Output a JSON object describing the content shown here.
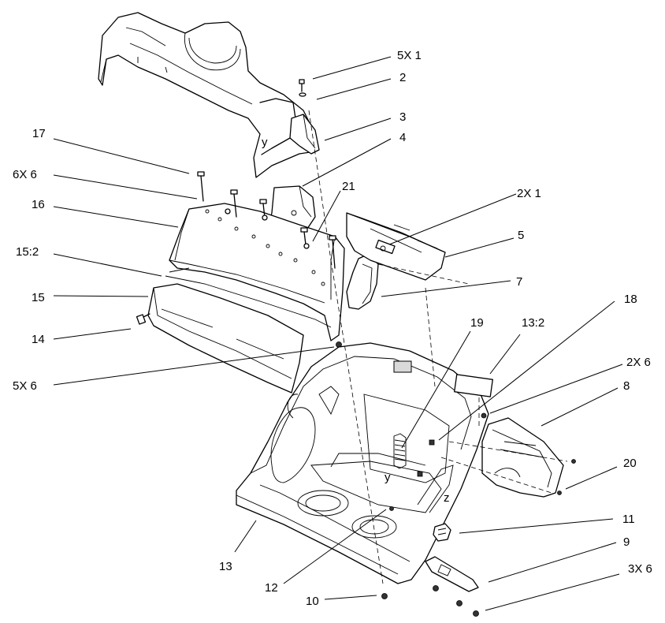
{
  "callouts": [
    {
      "id": "c-5x1",
      "text": "5X 1"
    },
    {
      "id": "c-2",
      "text": "2"
    },
    {
      "id": "c-3",
      "text": "3"
    },
    {
      "id": "c-4",
      "text": "4"
    },
    {
      "id": "c-17",
      "text": "17"
    },
    {
      "id": "c-6x6",
      "text": "6X 6"
    },
    {
      "id": "c-21",
      "text": "21"
    },
    {
      "id": "c-2x1",
      "text": "2X 1"
    },
    {
      "id": "c-16",
      "text": "16"
    },
    {
      "id": "c-5",
      "text": "5"
    },
    {
      "id": "c-15-2",
      "text": "15:2"
    },
    {
      "id": "c-7",
      "text": "7"
    },
    {
      "id": "c-15",
      "text": "15"
    },
    {
      "id": "c-18",
      "text": "18"
    },
    {
      "id": "c-14",
      "text": "14"
    },
    {
      "id": "c-19",
      "text": "19"
    },
    {
      "id": "c-13-2",
      "text": "13:2"
    },
    {
      "id": "c-2x6",
      "text": "2X 6"
    },
    {
      "id": "c-5x6",
      "text": "5X 6"
    },
    {
      "id": "c-8",
      "text": "8"
    },
    {
      "id": "c-20",
      "text": "20"
    },
    {
      "id": "c-11",
      "text": "11"
    },
    {
      "id": "c-13",
      "text": "13"
    },
    {
      "id": "c-9",
      "text": "9"
    },
    {
      "id": "c-12",
      "text": "12"
    },
    {
      "id": "c-3x6",
      "text": "3X 6"
    },
    {
      "id": "c-10",
      "text": "10"
    }
  ],
  "alignment_marks": {
    "y_top": "y",
    "y_bottom": "y",
    "z": "z"
  }
}
